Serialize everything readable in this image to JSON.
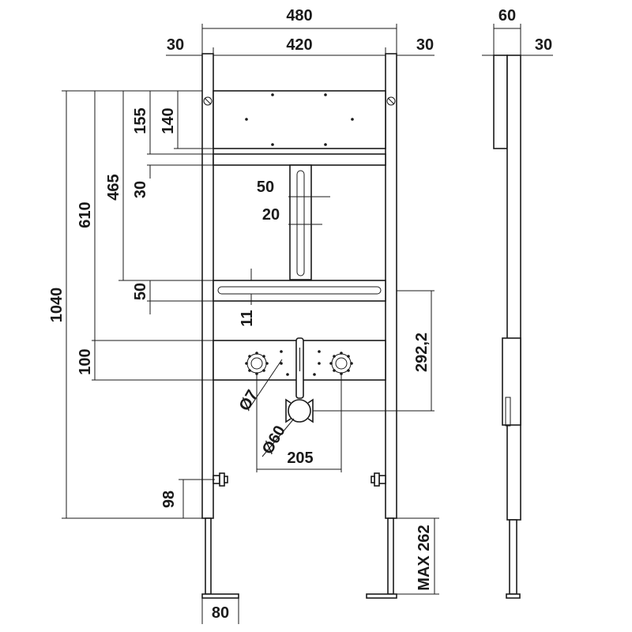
{
  "drawing": {
    "dimensions": {
      "overall_width": "480",
      "post_left": "30",
      "inner_width": "420",
      "post_right": "30",
      "side_depth": "60",
      "side_post": "30",
      "total_height": "1040",
      "to_rail": "610",
      "to_slot": "465",
      "top_plate": "155",
      "top_plate_inner": "140",
      "brace_h": "30",
      "slot_w": "50",
      "slot_inner": "20",
      "rail_h": "50",
      "rail_gap": "11",
      "drain_height": "292,2",
      "lower_plate": "100",
      "hole_dia": "Ø7",
      "drain_dia": "Ø60",
      "hole_spacing": "205",
      "foot_bolt": "98",
      "foot_width": "80",
      "max_extension": "MAX 262"
    }
  }
}
